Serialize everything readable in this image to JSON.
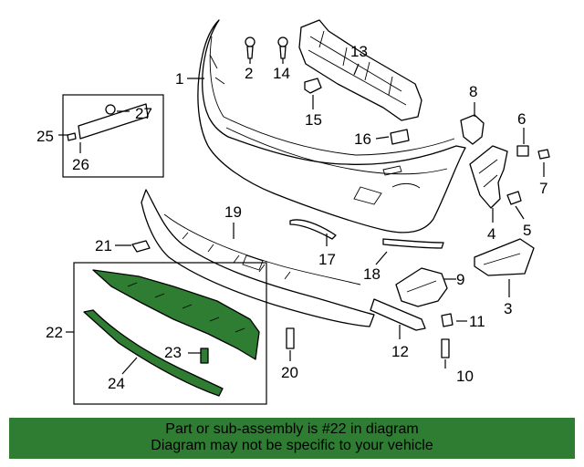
{
  "callouts": {
    "c1": "1",
    "c2": "2",
    "c3": "3",
    "c4": "4",
    "c5": "5",
    "c6": "6",
    "c7": "7",
    "c8": "8",
    "c9": "9",
    "c10": "10",
    "c11": "11",
    "c12": "12",
    "c13": "13",
    "c14": "14",
    "c15": "15",
    "c16": "16",
    "c17": "17",
    "c18": "18",
    "c19": "19",
    "c20": "20",
    "c21": "21",
    "c22": "22",
    "c23": "23",
    "c24": "24",
    "c25": "25",
    "c26": "26",
    "c27": "27"
  },
  "highlight_color": "#2e7d32",
  "banner": {
    "line1": "Part or sub-assembly is #22 in diagram",
    "line2": "Diagram may not be specific to your vehicle"
  }
}
